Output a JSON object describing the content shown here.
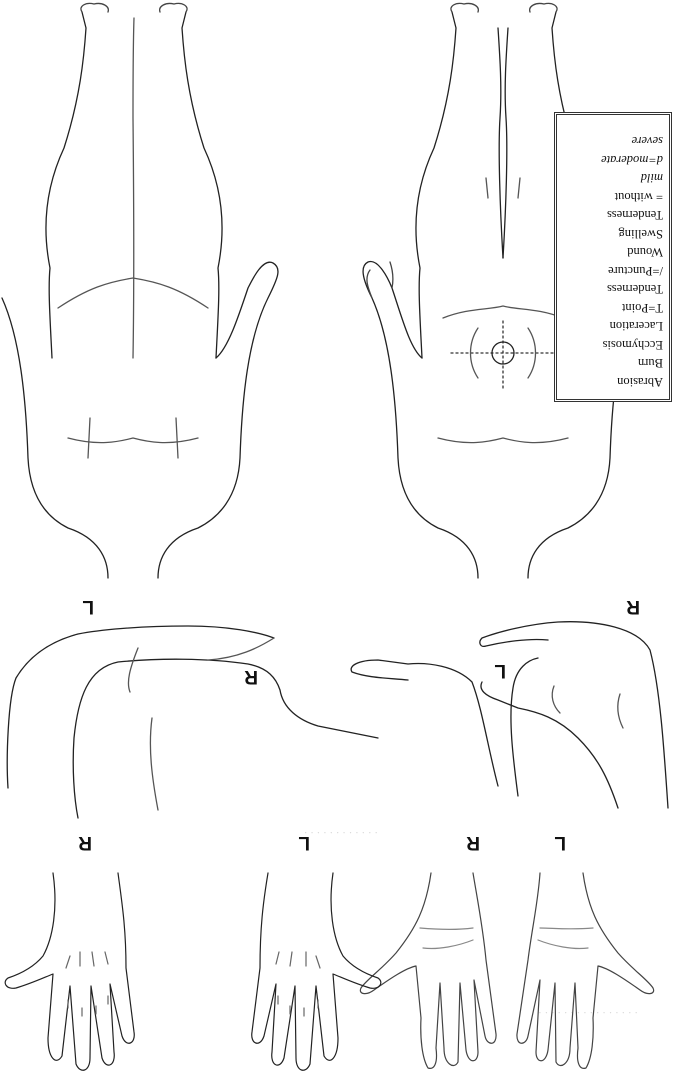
{
  "form": {
    "orientation": "upside-down",
    "side_labels": {
      "foot_left_upper": "L",
      "foot_right_upper": "R",
      "foot_left_lower": "L",
      "foot_right_lower": "R",
      "palm_left": "L",
      "palm_right": "R",
      "dorsum_left": "L",
      "dorsum_right": "R"
    },
    "legend": {
      "items": [
        "Abrasion",
        "Burn",
        "Ecchymosis",
        "Laceration",
        "T=Point",
        "Tenderness",
        "/=Puncture",
        "Wound",
        "Swelling",
        "Tenderness",
        "= without",
        "mild",
        "d=moderate",
        "severe"
      ]
    }
  }
}
